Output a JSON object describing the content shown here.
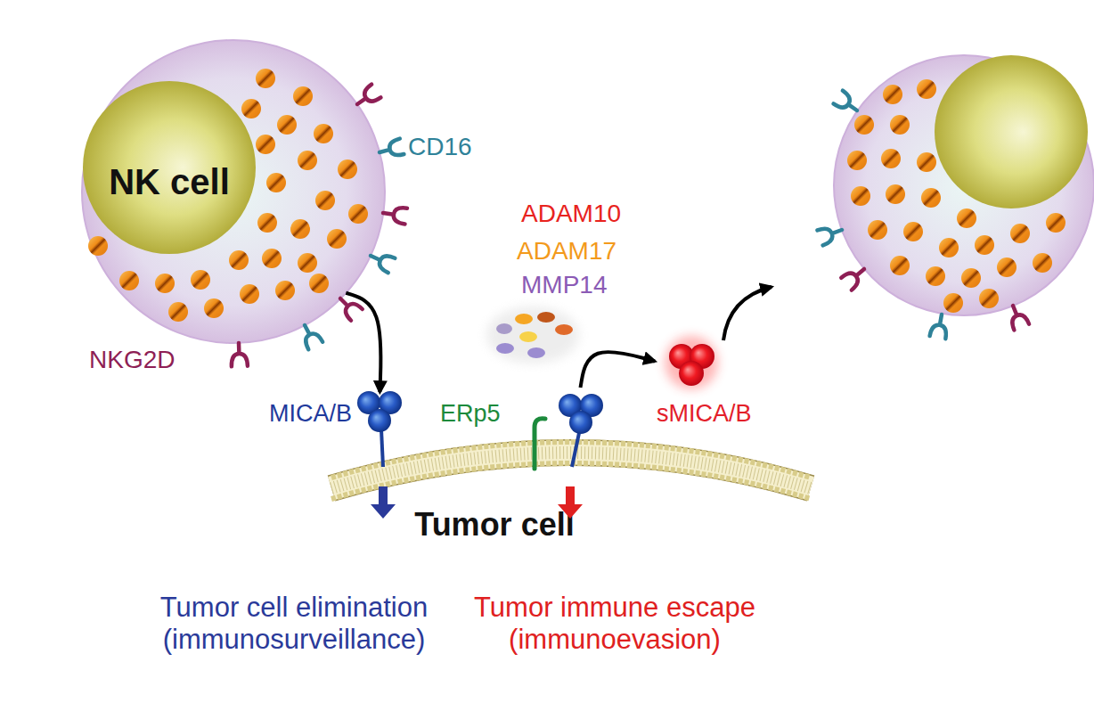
{
  "diagram": {
    "nodes": [
      {
        "text": [
          "NK cell"
        ]
      },
      {
        "text": [
          "Tumor cell"
        ]
      },
      {
        "text": [
          "MICA/B"
        ],
        "in": 1
      },
      {
        "text": [
          "ERp5"
        ],
        "in": 1
      },
      {
        "text": [
          "sMICA/B"
        ]
      }
    ],
    "edges": [
      {
        "from": 0,
        "to": 2,
        "arrow": "to"
      },
      {
        "from": 3,
        "to": 4,
        "arrow": "to"
      }
    ],
    "labels": [
      "CD16",
      "NKG2D",
      "ADAM10",
      "ADAM17",
      "MMP14",
      "Tumor cell elimination (immunosurveillance)",
      "Tumor immune escape (immunoevasion)"
    ]
  }
}
